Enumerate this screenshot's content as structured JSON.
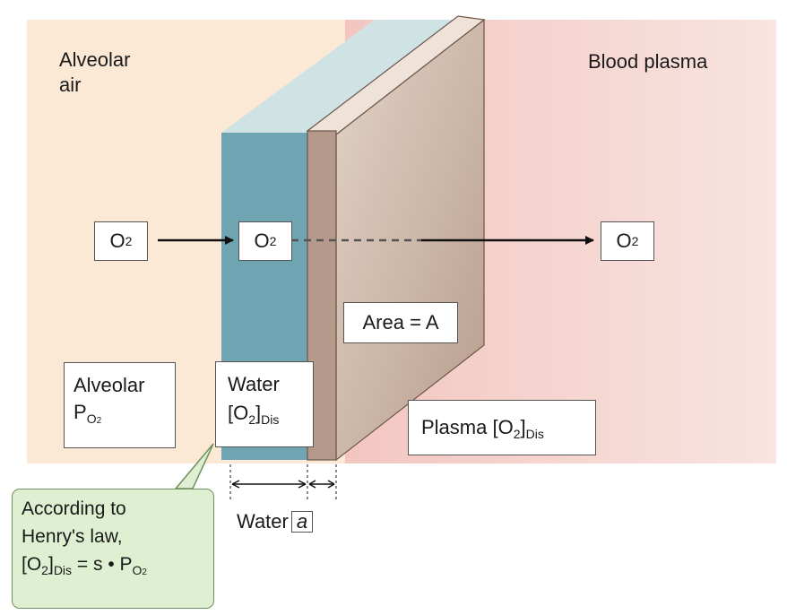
{
  "regions": {
    "alveolar_air": "Alveolar\nair",
    "blood_plasma": "Blood plasma"
  },
  "molecules": {
    "left": {
      "base": "O",
      "sub": "2"
    },
    "middle": {
      "base": "O",
      "sub": "2"
    },
    "right": {
      "base": "O",
      "sub": "2"
    }
  },
  "labels": {
    "area": "Area = A",
    "alveolar_p": {
      "line1": "Alveolar",
      "base": "P",
      "sub": "O",
      "subsub": "2"
    },
    "water_conc": {
      "line1": "Water",
      "base": "[O",
      "sub2": "2",
      "close": "]",
      "sub": "Dis"
    },
    "plasma_conc": {
      "base": "Plasma [O",
      "sub2": "2",
      "close": "]",
      "sub": "Dis"
    },
    "thickness": {
      "word": "Water",
      "symbol": "a"
    }
  },
  "callout": {
    "line1": "According to",
    "line2": "Henry's law,",
    "formula": {
      "lhs": "[O",
      "lhs_sub": "2",
      "lhs_close": "]",
      "lhs_sub2": "Dis",
      "eq": " = s",
      "dot": " • ",
      "rhs": "P",
      "rhs_sub": "O",
      "rhs_subsub": "2"
    }
  },
  "colors": {
    "alveolar_bg": "#fbe9d6",
    "plasma_bg": "#f5d1cc",
    "water_front": "#6fa4b3",
    "water_top": "#cfe2e4",
    "membrane_front": "#b5998a",
    "membrane_face": "#d8c4b5",
    "callout_bg": "#dff0d2"
  }
}
